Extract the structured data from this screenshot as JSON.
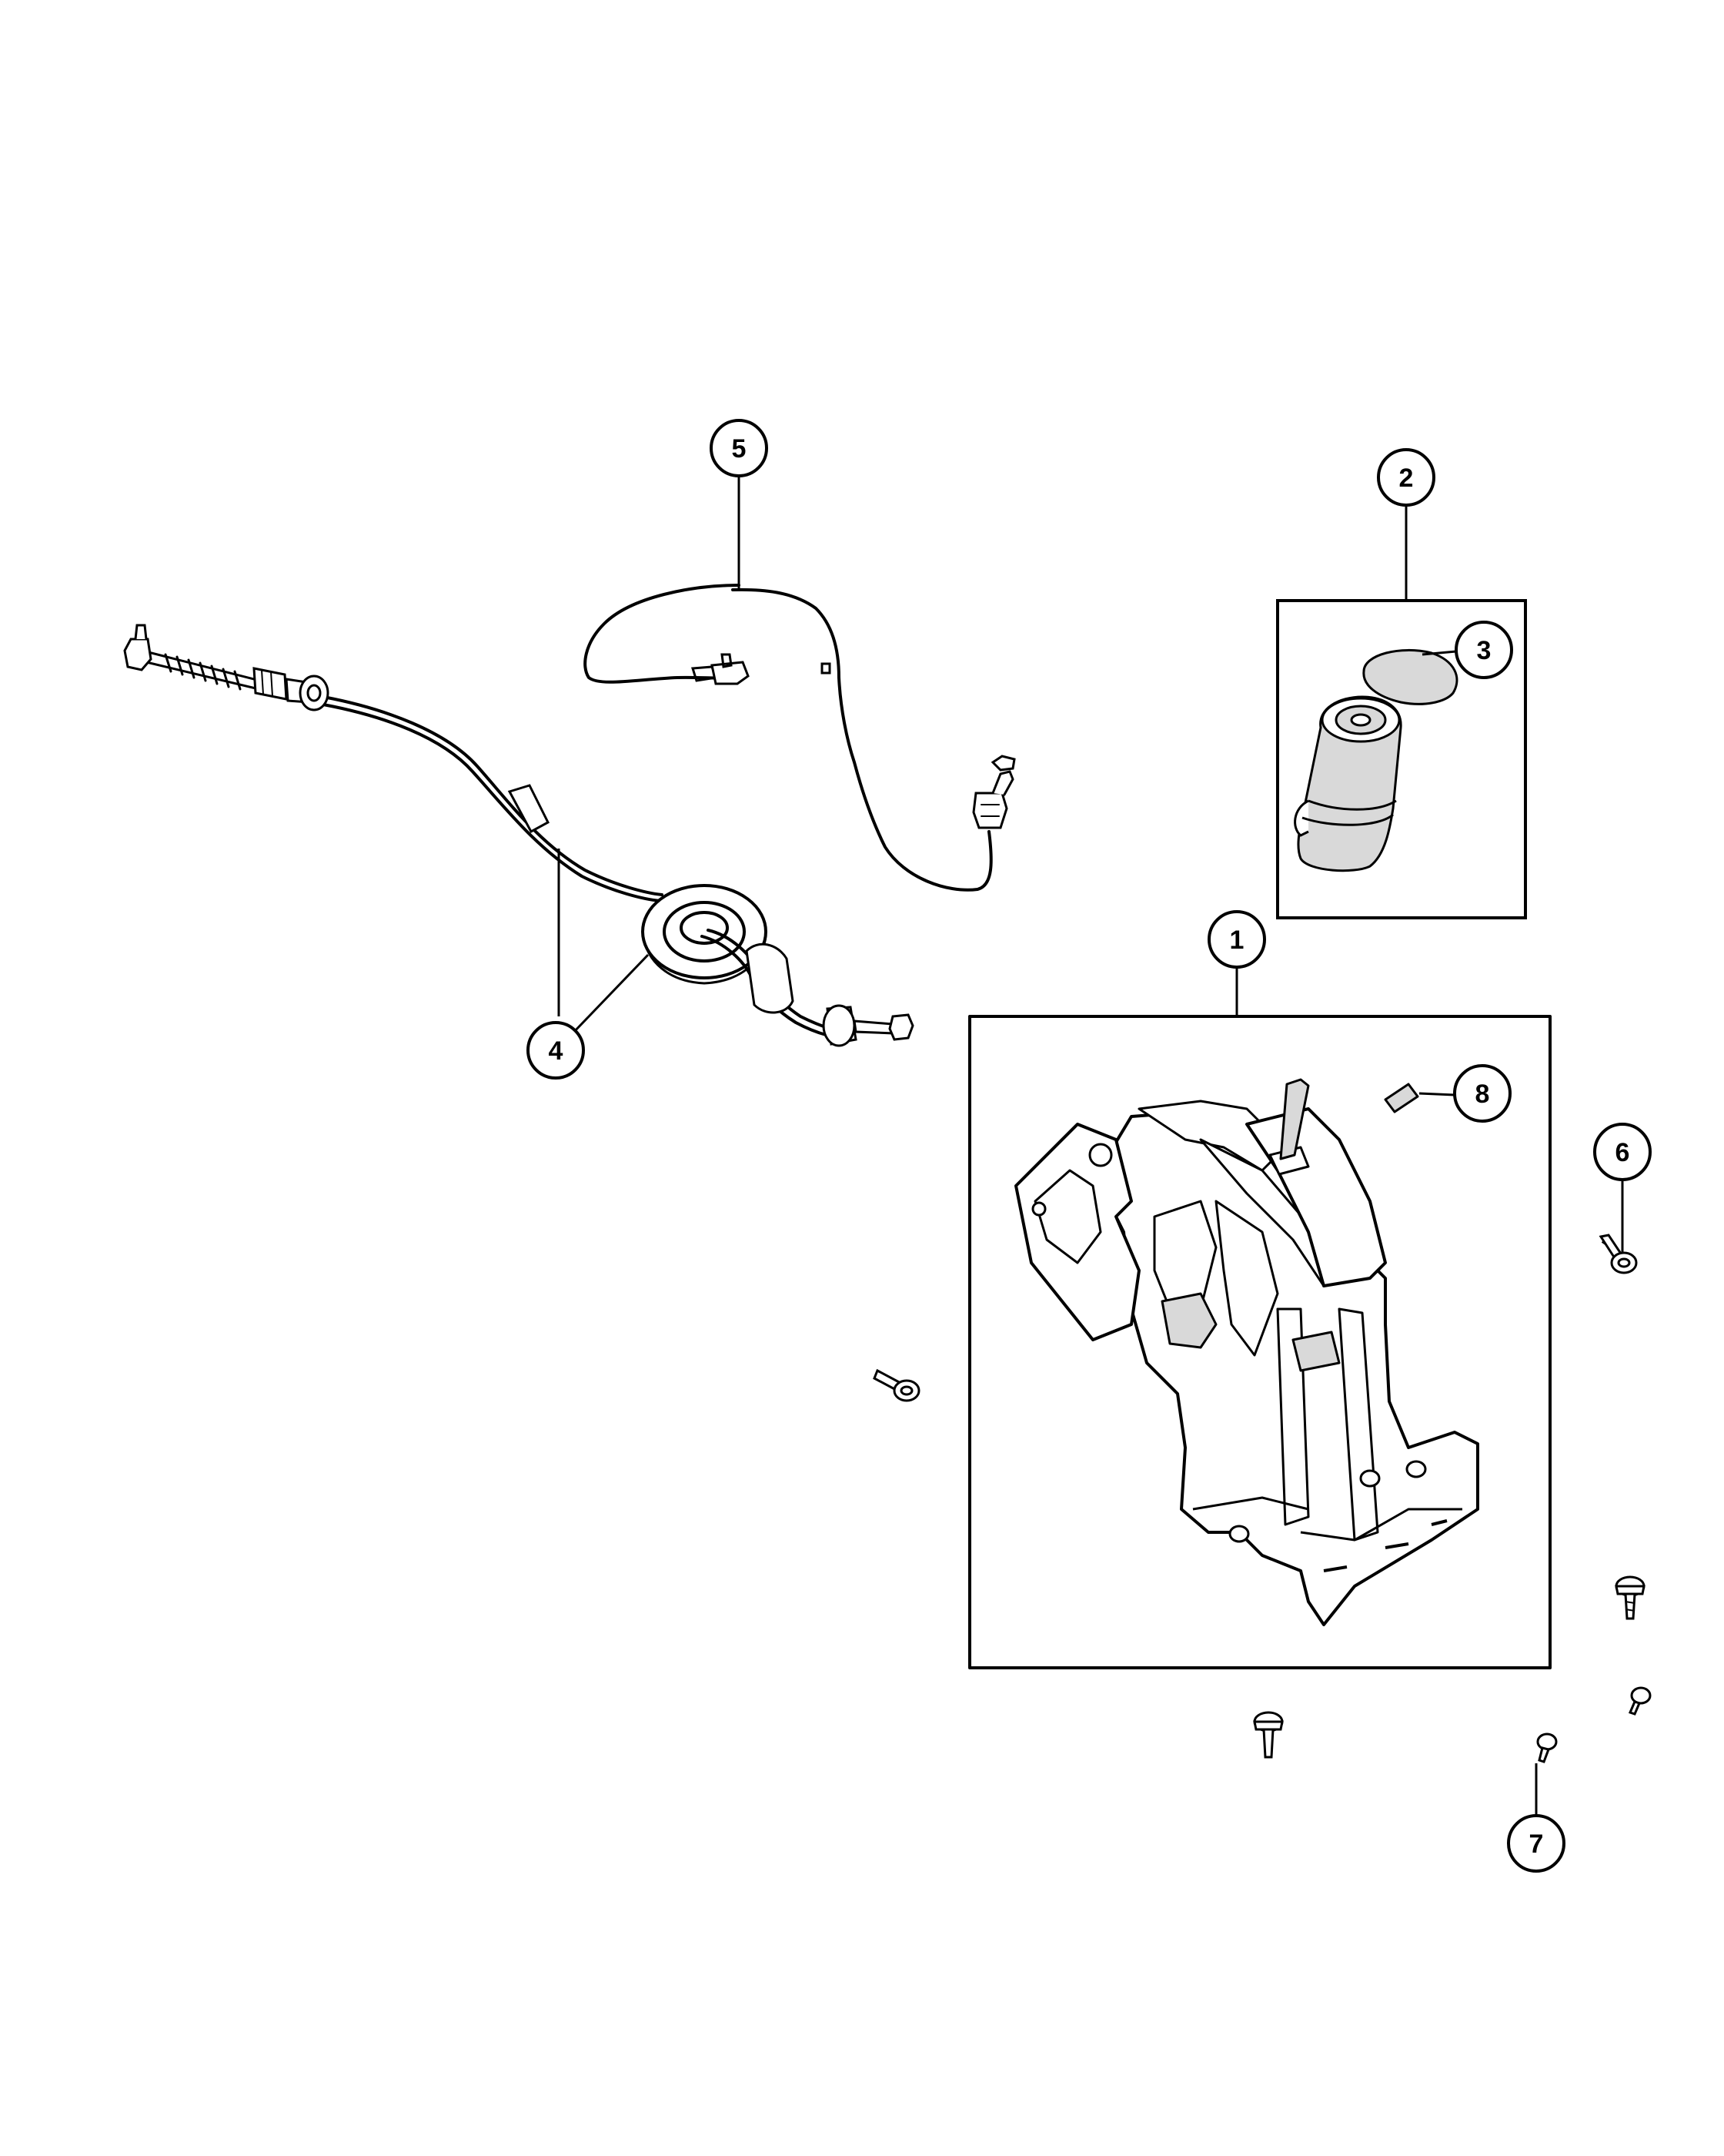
{
  "diagram": {
    "type": "exploded-parts-diagram",
    "colors": {
      "line": "#000000",
      "background": "#ffffff",
      "shade": "#d9d9d9"
    },
    "callouts": [
      {
        "id": "c1",
        "label": "1",
        "refers_to": "shifter-assembly"
      },
      {
        "id": "c2",
        "label": "2",
        "refers_to": "shift-knob-kit"
      },
      {
        "id": "c3",
        "label": "3",
        "refers_to": "knob-cap"
      },
      {
        "id": "c4",
        "label": "4",
        "refers_to": "shift-cable"
      },
      {
        "id": "c5",
        "label": "5",
        "refers_to": "wiring-harness"
      },
      {
        "id": "c6",
        "label": "6",
        "refers_to": "bolt"
      },
      {
        "id": "c7",
        "label": "7",
        "refers_to": "push-pin"
      },
      {
        "id": "c8",
        "label": "8",
        "refers_to": "pin"
      }
    ]
  }
}
